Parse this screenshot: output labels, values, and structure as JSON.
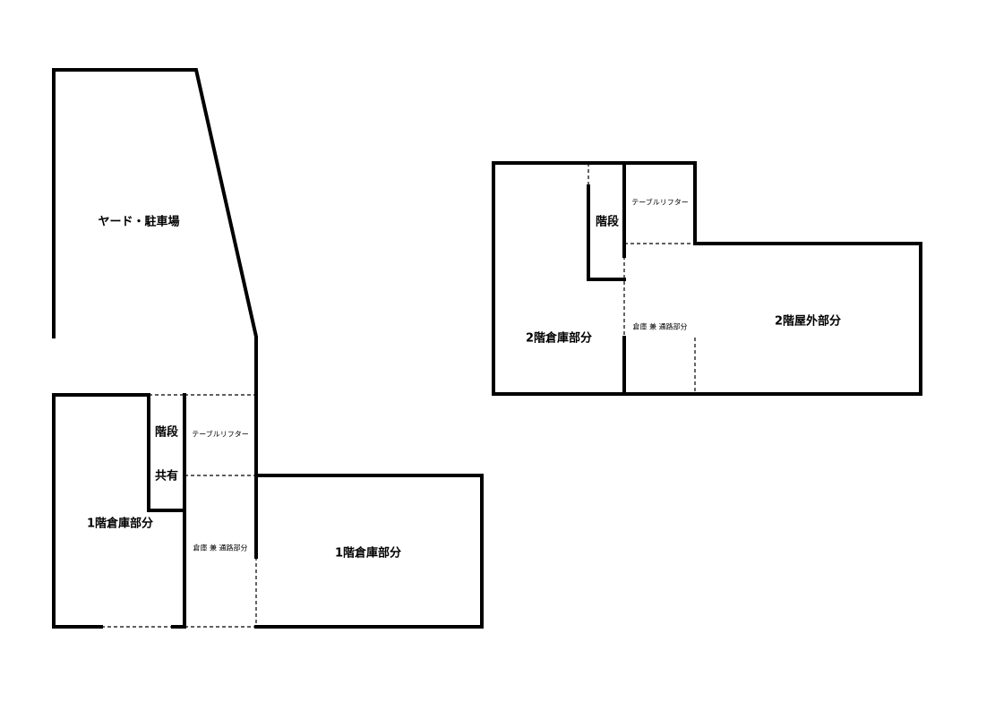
{
  "floor1": {
    "yard_label": "ヤード・駐車場",
    "stairs_label": "階段",
    "shared_label": "共有",
    "lifter_label": "テーブルリフター",
    "warehouse_left_label": "1階倉庫部分",
    "passage_label": "倉庫 兼 通路部分",
    "warehouse_right_label": "1階倉庫部分"
  },
  "floor2": {
    "stairs_label": "階段",
    "lifter_label": "テーブルリフター",
    "warehouse_label": "2階倉庫部分",
    "passage_label": "倉庫 兼 通路部分",
    "outdoor_label": "2階屋外部分"
  }
}
